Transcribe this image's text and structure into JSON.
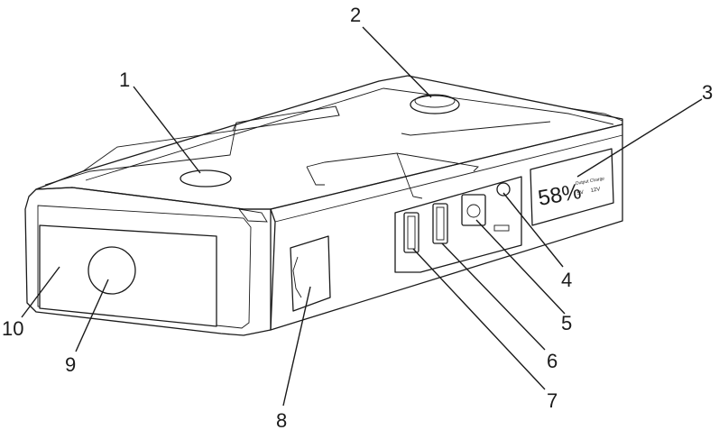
{
  "display": {
    "percent": "58%",
    "small_top": "Output Charge",
    "left_voltage": "5V",
    "right_voltage": "12V"
  },
  "callouts": [
    {
      "id": 1,
      "label": "1"
    },
    {
      "id": 2,
      "label": "2"
    },
    {
      "id": 3,
      "label": "3"
    },
    {
      "id": 4,
      "label": "4"
    },
    {
      "id": 5,
      "label": "5"
    },
    {
      "id": 6,
      "label": "6"
    },
    {
      "id": 7,
      "label": "7"
    },
    {
      "id": 8,
      "label": "8"
    },
    {
      "id": 9,
      "label": "9"
    },
    {
      "id": 10,
      "label": "10"
    }
  ]
}
